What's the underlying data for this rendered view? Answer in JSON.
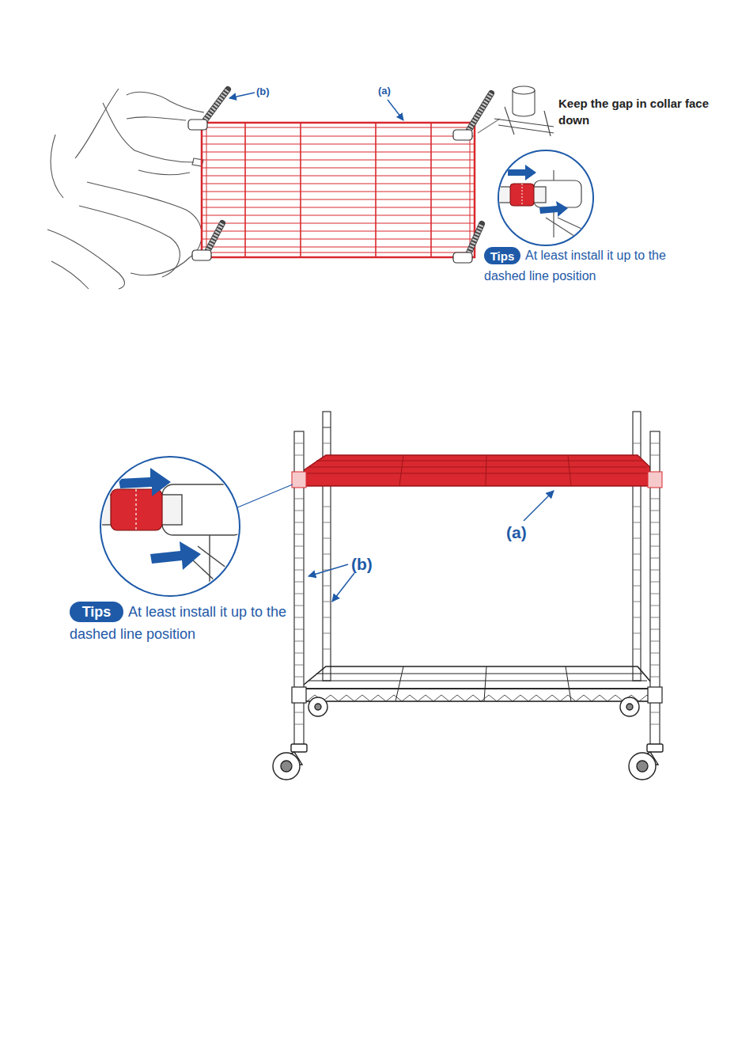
{
  "diagram": {
    "nodes": [
      {
        "text": [
          "Tips"
        ]
      },
      {
        "text": [
          "Tips"
        ]
      }
    ],
    "labels": [
      "(b)",
      "(a)",
      "Keep the gap in collar face down",
      "At least install it up to the dashed line position",
      "(a)",
      "(b)",
      "At least install it up to the dashed line position"
    ]
  }
}
